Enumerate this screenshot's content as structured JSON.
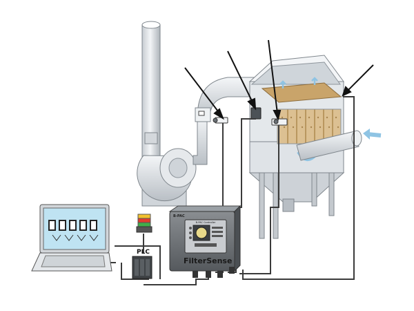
{
  "labels": {
    "plc": "PLC",
    "controller_brand": "FilterSense",
    "controller_model": "B-PAC",
    "controller_title": "B-PAC Controller"
  },
  "colors": {
    "cable": "#3a3a3a",
    "metal_light": "#e9ecef",
    "metal_mid": "#c9ced3",
    "metal_dark": "#8d949b",
    "controller": "#6d7073",
    "bags": "#d9b98a",
    "airflow": "#8fc4e4",
    "screen": "#bfe3f2",
    "beacon_red": "#e23b2e",
    "beacon_yellow": "#f2c12e",
    "beacon_green": "#3fae4a"
  },
  "icons": [
    "sensor-icon",
    "arrow-icon",
    "airflow-arrow-icon",
    "status-beacon-icon"
  ]
}
